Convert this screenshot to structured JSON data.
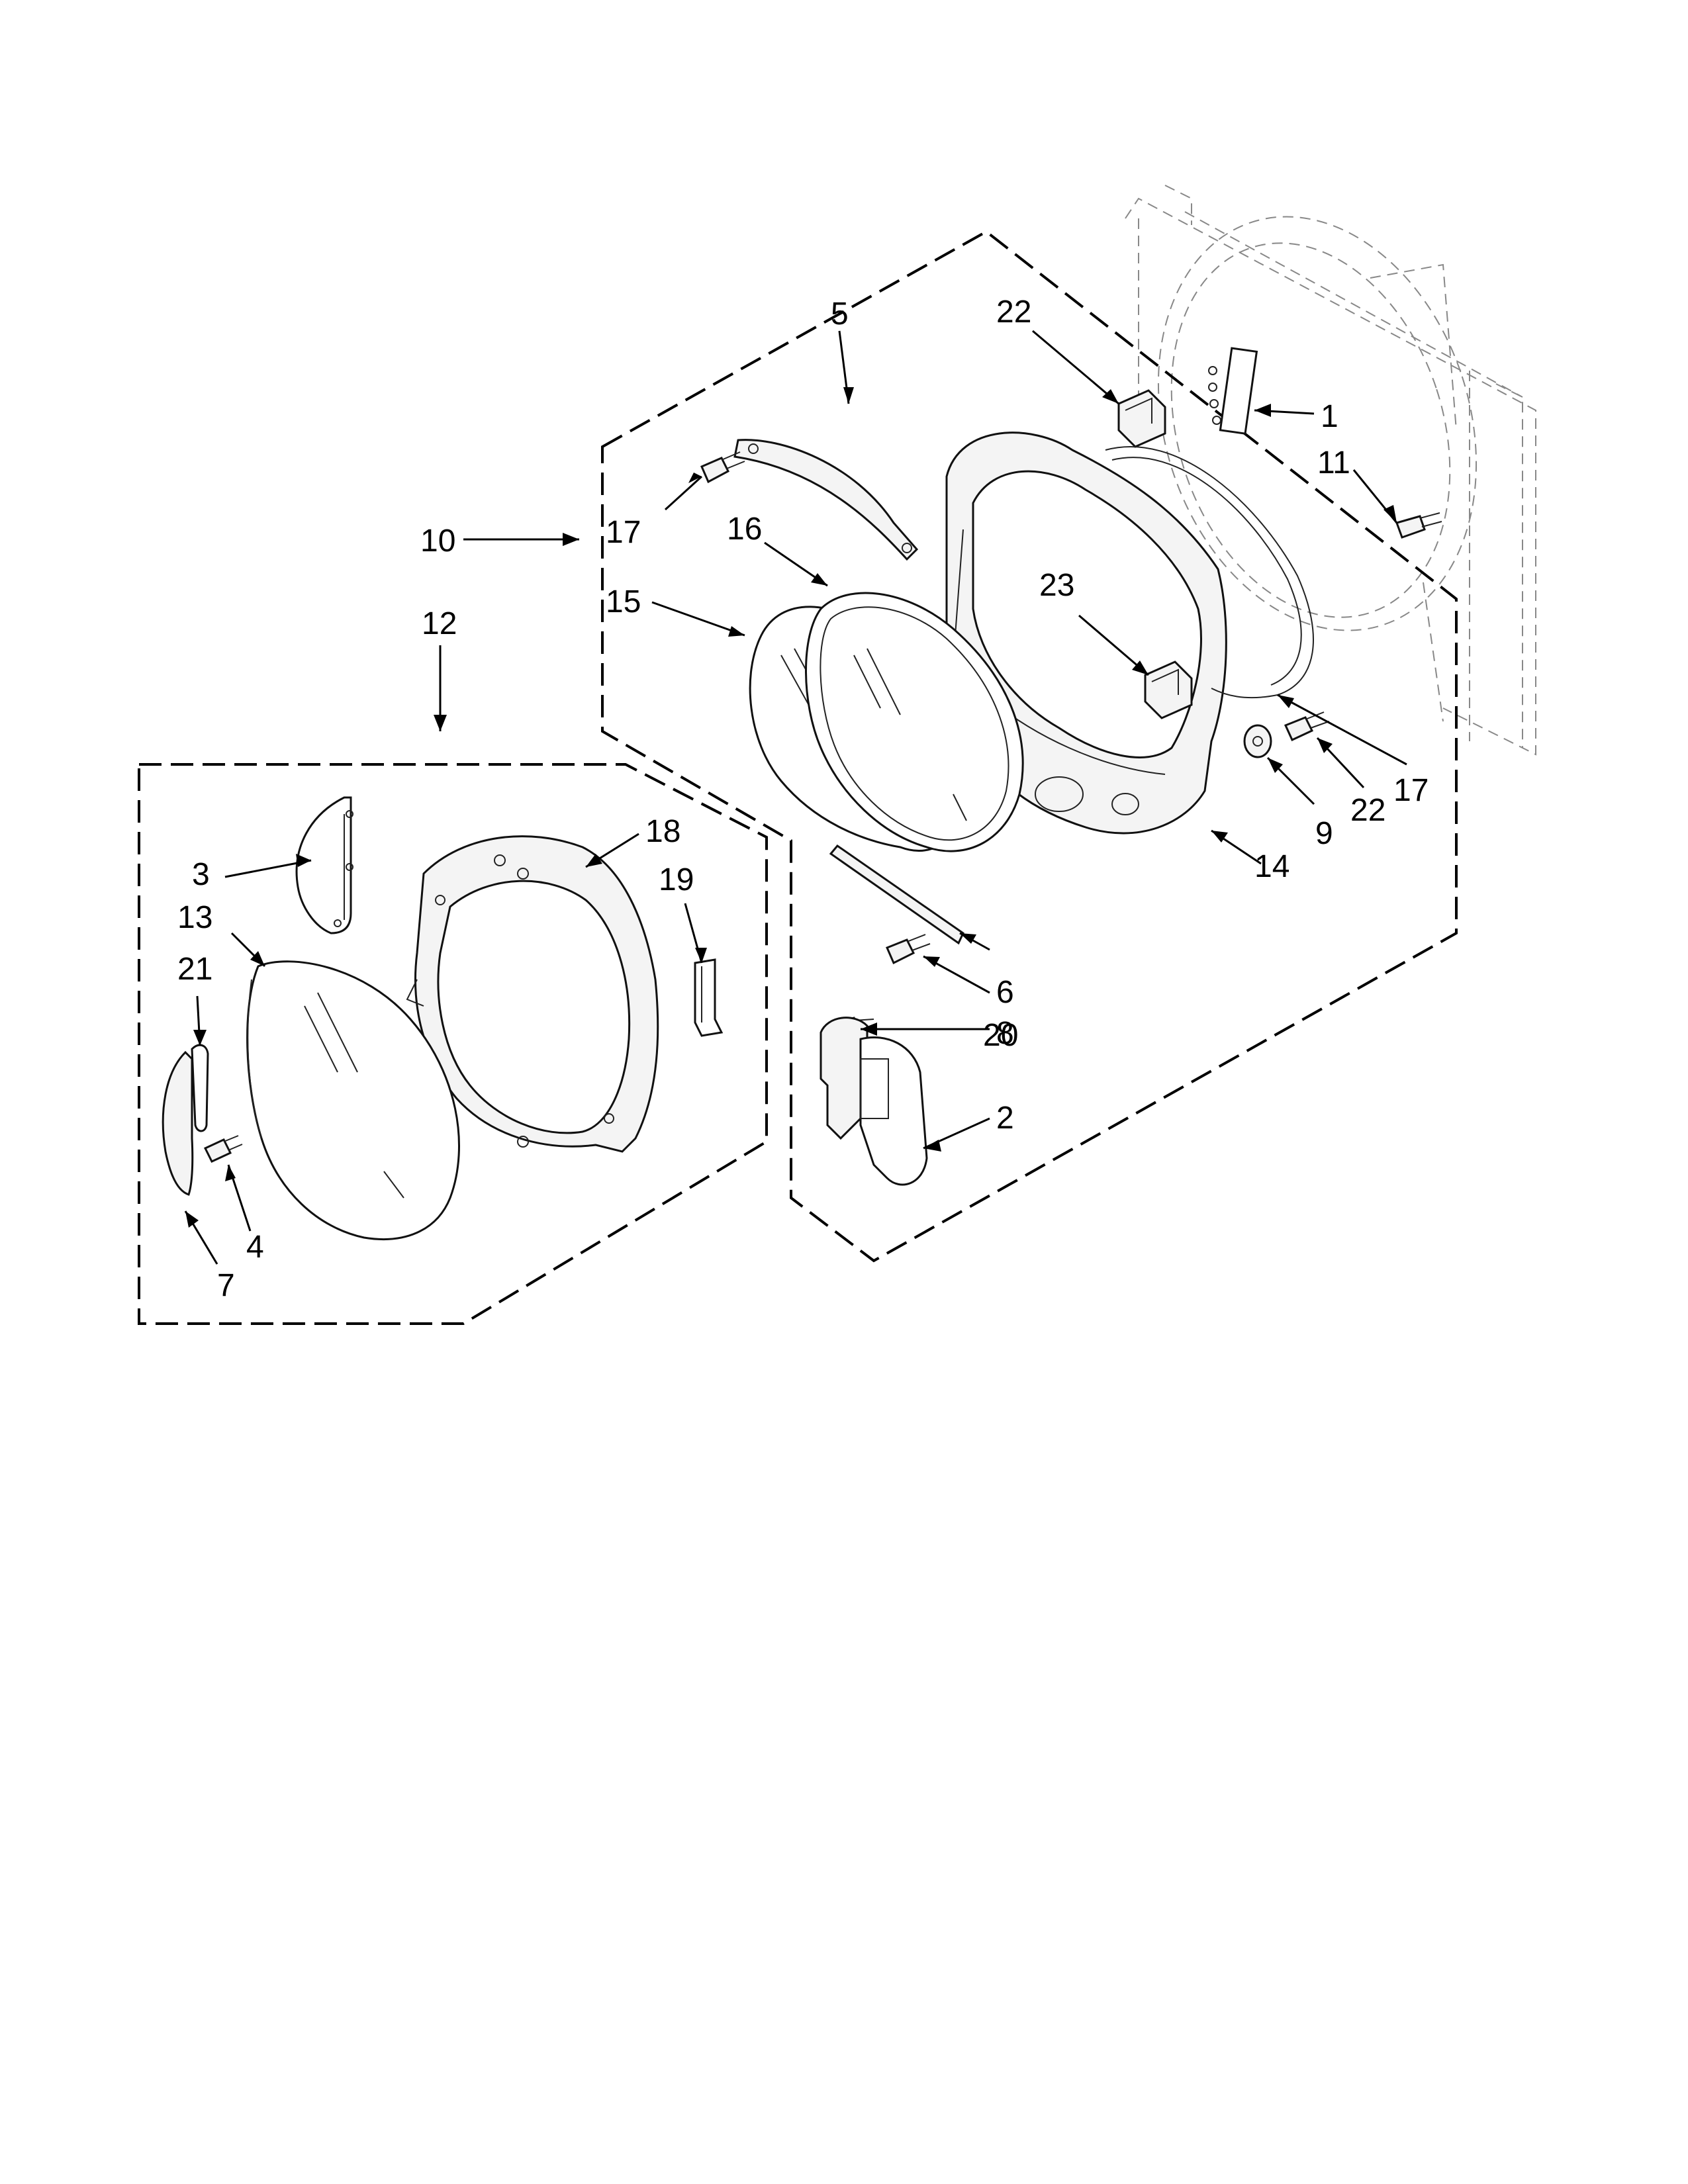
{
  "diagram": {
    "type": "exploded-parts-view",
    "callouts": [
      {
        "id": "c1",
        "text": "1"
      },
      {
        "id": "c2",
        "text": "2"
      },
      {
        "id": "c3",
        "text": "3"
      },
      {
        "id": "c4",
        "text": "4"
      },
      {
        "id": "c5",
        "text": "5"
      },
      {
        "id": "c6",
        "text": "6"
      },
      {
        "id": "c7",
        "text": "7"
      },
      {
        "id": "c8",
        "text": "8"
      },
      {
        "id": "c9",
        "text": "9"
      },
      {
        "id": "c10",
        "text": "10"
      },
      {
        "id": "c11",
        "text": "11"
      },
      {
        "id": "c12",
        "text": "12"
      },
      {
        "id": "c13",
        "text": "13"
      },
      {
        "id": "c14",
        "text": "14"
      },
      {
        "id": "c15",
        "text": "15"
      },
      {
        "id": "c16",
        "text": "16"
      },
      {
        "id": "c17a",
        "text": "17"
      },
      {
        "id": "c17b",
        "text": "17"
      },
      {
        "id": "c18",
        "text": "18"
      },
      {
        "id": "c19",
        "text": "19"
      },
      {
        "id": "c20",
        "text": "20"
      },
      {
        "id": "c21",
        "text": "21"
      },
      {
        "id": "c22a",
        "text": "22"
      },
      {
        "id": "c22b",
        "text": "22"
      },
      {
        "id": "c23",
        "text": "23"
      }
    ]
  }
}
